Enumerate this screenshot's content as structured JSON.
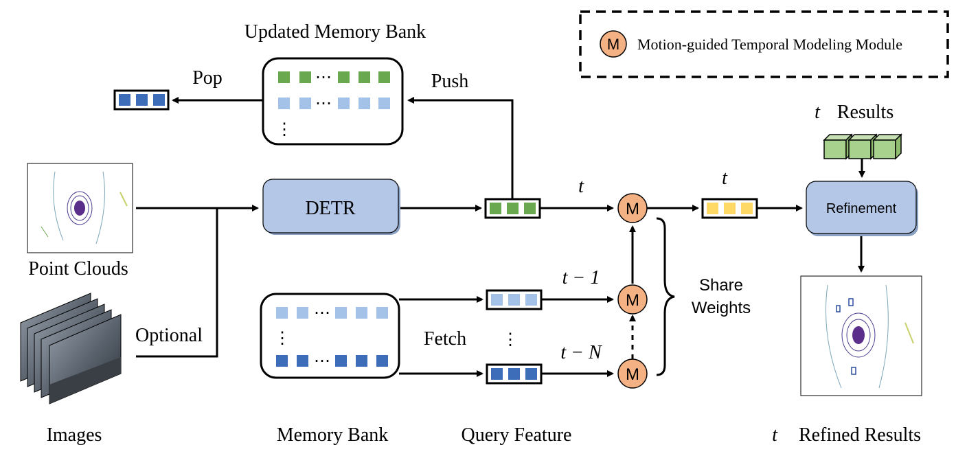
{
  "legend": {
    "badge": "M",
    "text": "Motion-guided Temporal Modeling Module"
  },
  "memory_top": {
    "title": "Updated Memory Bank",
    "pop_label": "Pop",
    "push_label": "Push",
    "dots": "⋯",
    "vdots": "⋮"
  },
  "memory_bottom": {
    "title": "Memory Bank",
    "fetch_label": "Fetch",
    "dots": "⋯",
    "vdots": "⋮"
  },
  "inputs": {
    "point_clouds_label": "Point Clouds",
    "images_label": "Images",
    "optional_label": "Optional"
  },
  "detr": {
    "label": "DETR"
  },
  "query": {
    "label": "Query Feature",
    "t": "t",
    "t_minus_1": "t − 1",
    "t_minus_N": "t − N",
    "vdots": "⋮"
  },
  "module": {
    "badge": "M",
    "share_label_line1": "Share",
    "share_label_line2": "Weights"
  },
  "output": {
    "t_label": "t",
    "results_t": "t",
    "results_label": "Results",
    "refinement_label": "Refinement",
    "refined_t": "t",
    "refined_label": "Refined Results"
  },
  "colors": {
    "green": "#6aa84f",
    "light_blue": "#a4c2e8",
    "dark_blue": "#3d6cb8",
    "yellow": "#ffd966",
    "detr_fill": "#b4c7e7",
    "module_fill": "#f4b183",
    "cube_fill": "#a9d18e"
  }
}
